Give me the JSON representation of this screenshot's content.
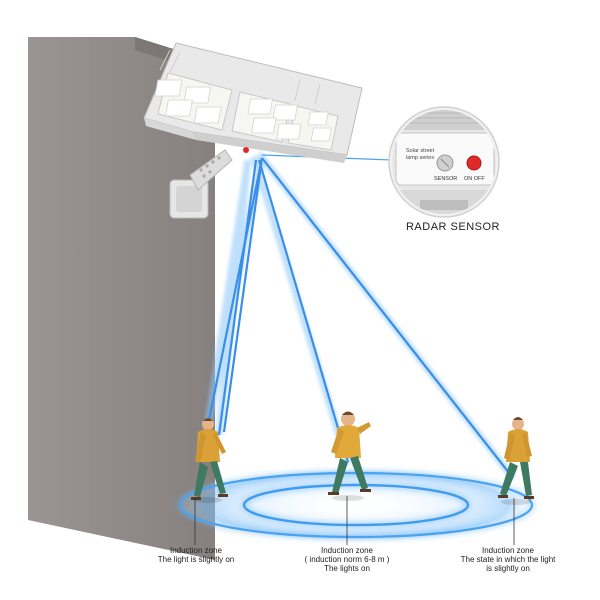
{
  "sensor": {
    "caption": "RADAR SENSOR",
    "panel_text_line1": "Solar street",
    "panel_text_line2": "lamp series",
    "sensor_label": "SENSOR",
    "switch_label": "ON OFF"
  },
  "zones": {
    "left": {
      "line1": "Induction zone",
      "line2": "The light is slightly on"
    },
    "center": {
      "line1": "Induction zone",
      "line2": "( induction norm 6-8 m )",
      "line3": "The lights on"
    },
    "right": {
      "line1": "Induction zone",
      "line2": "The state in which the light",
      "line3": "is slightly on"
    }
  },
  "colors": {
    "wall": "#8f8987",
    "beam": "#3a8ee8",
    "ring": "#4aa3f0",
    "switch": "#e02a2a"
  }
}
